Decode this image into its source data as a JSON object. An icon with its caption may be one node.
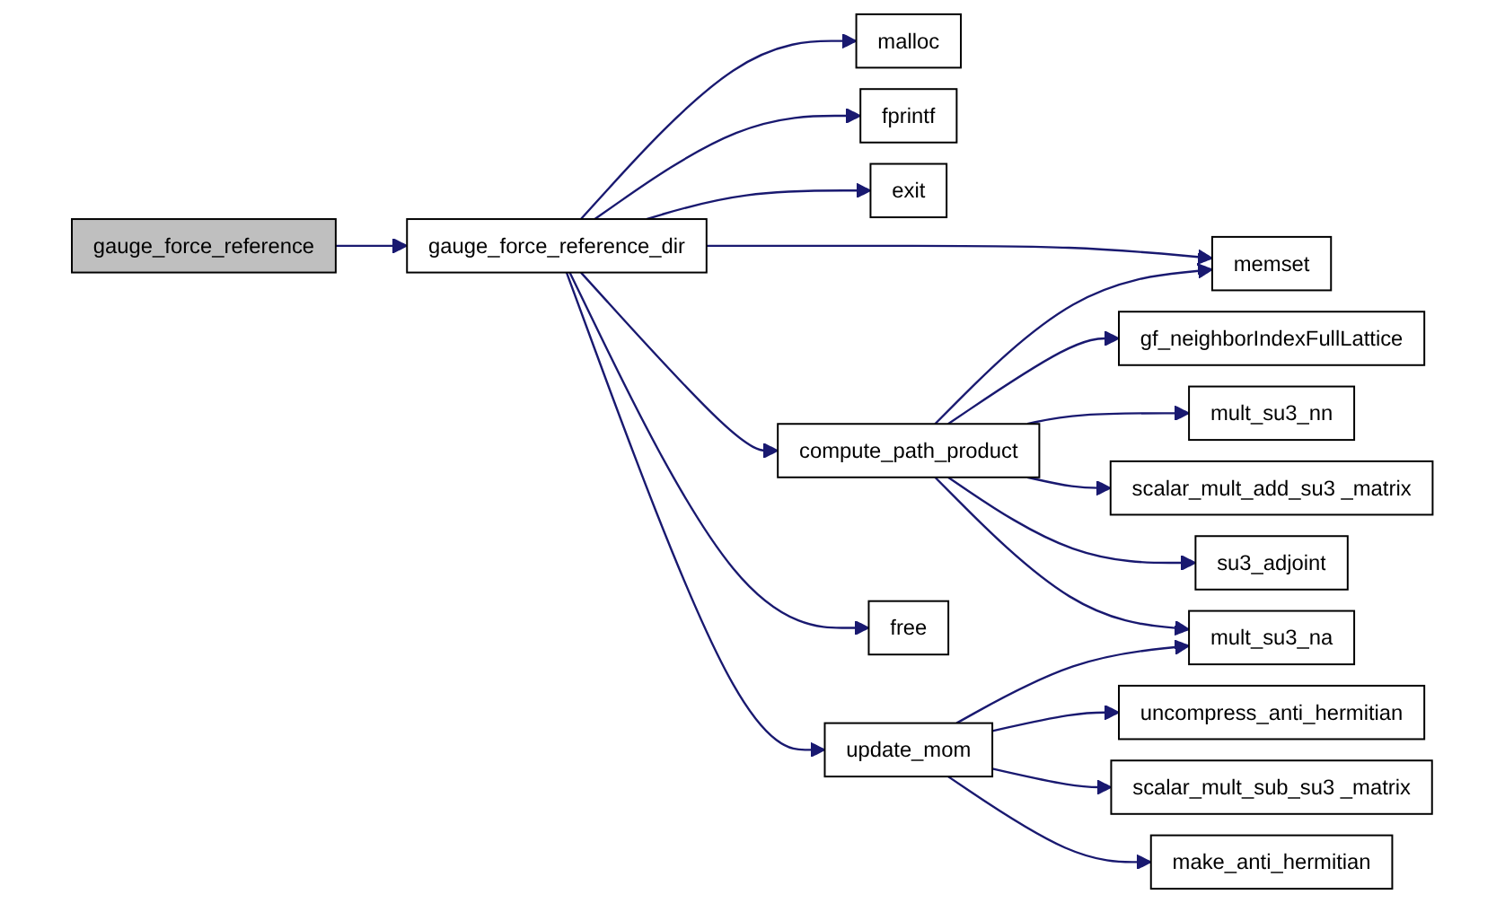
{
  "diagram": {
    "nodes": [
      {
        "text": [
          "gauge_force_reference"
        ]
      },
      {
        "text": [
          "gauge_force_reference_dir"
        ]
      },
      {
        "text": [
          "malloc"
        ]
      },
      {
        "text": [
          "fprintf"
        ]
      },
      {
        "text": [
          "exit"
        ]
      },
      {
        "text": [
          "memset"
        ]
      },
      {
        "text": [
          "compute_path_product"
        ]
      },
      {
        "text": [
          "update_mom"
        ]
      },
      {
        "text": [
          "free"
        ]
      },
      {
        "text": [
          "gf_neighborIndexFullLattice"
        ]
      },
      {
        "text": [
          "mult_su3_nn"
        ]
      },
      {
        "text": [
          "scalar_mult_add_su3 _matrix"
        ]
      },
      {
        "text": [
          "su3_adjoint"
        ]
      },
      {
        "text": [
          "mult_su3_na"
        ]
      },
      {
        "text": [
          "uncompress_anti_hermitian"
        ]
      },
      {
        "text": [
          "scalar_mult_sub_su3 _matrix"
        ]
      },
      {
        "text": [
          "make_anti_hermitian"
        ]
      }
    ],
    "edges": [
      {
        "from": 0,
        "to": 1,
        "arrow": "to"
      },
      {
        "from": 1,
        "to": 2,
        "arrow": "to"
      },
      {
        "from": 1,
        "to": 3,
        "arrow": "to"
      },
      {
        "from": 1,
        "to": 4,
        "arrow": "to"
      },
      {
        "from": 1,
        "to": 5,
        "arrow": "to"
      },
      {
        "from": 1,
        "to": 6,
        "arrow": "to"
      },
      {
        "from": 1,
        "to": 7,
        "arrow": "to"
      },
      {
        "from": 1,
        "to": 8,
        "arrow": "to"
      },
      {
        "from": 6,
        "to": 5,
        "arrow": "to"
      },
      {
        "from": 6,
        "to": 9,
        "arrow": "to"
      },
      {
        "from": 6,
        "to": 10,
        "arrow": "to"
      },
      {
        "from": 6,
        "to": 11,
        "arrow": "to"
      },
      {
        "from": 6,
        "to": 12,
        "arrow": "to"
      },
      {
        "from": 6,
        "to": 13,
        "arrow": "to"
      },
      {
        "from": 7,
        "to": 13,
        "arrow": "to"
      },
      {
        "from": 7,
        "to": 14,
        "arrow": "to"
      },
      {
        "from": 7,
        "to": 15,
        "arrow": "to"
      },
      {
        "from": 7,
        "to": 16,
        "arrow": "to"
      }
    ]
  }
}
